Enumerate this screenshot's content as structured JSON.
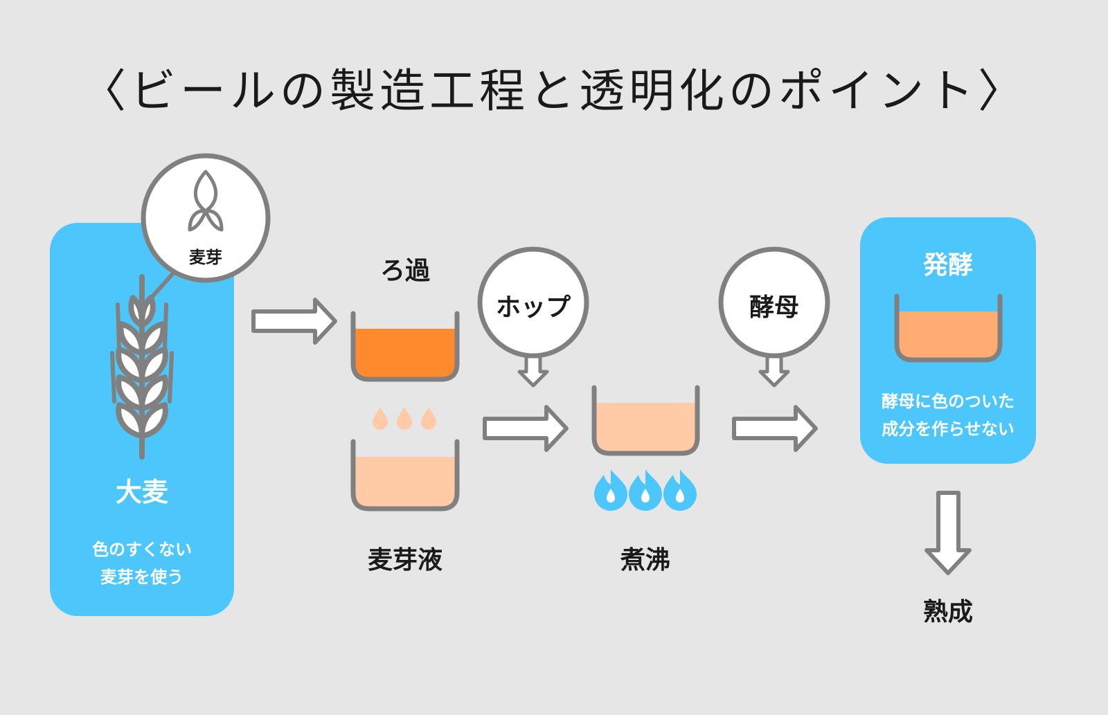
{
  "title": "〈ビールの製造工程と透明化のポイント〉",
  "barley": {
    "label": "大麦",
    "note": "色のすくない\n麦芽を使う",
    "badge": "麦芽"
  },
  "filtration": {
    "label": "ろ過"
  },
  "wort": {
    "label": "麦芽液"
  },
  "hops": {
    "label": "ホップ"
  },
  "boiling": {
    "label": "煮沸"
  },
  "yeast": {
    "label": "酵母"
  },
  "fermentation": {
    "label": "発酵",
    "note": "酵母に色のついた\n成分を作らせない"
  },
  "aging": {
    "label": "熟成"
  },
  "colors": {
    "panel": "#4dc7fb",
    "outline": "#808080",
    "dark_orange": "#ff8a2e",
    "light_peach": "#ffcaa6",
    "mid_peach": "#ffac74",
    "flame": "#4dc7fb"
  },
  "icons": [
    "wheat-icon",
    "malt-sprout-icon",
    "arrow-right-icon",
    "arrow-down-icon",
    "drop-icon",
    "flame-icon",
    "vessel-icon"
  ]
}
